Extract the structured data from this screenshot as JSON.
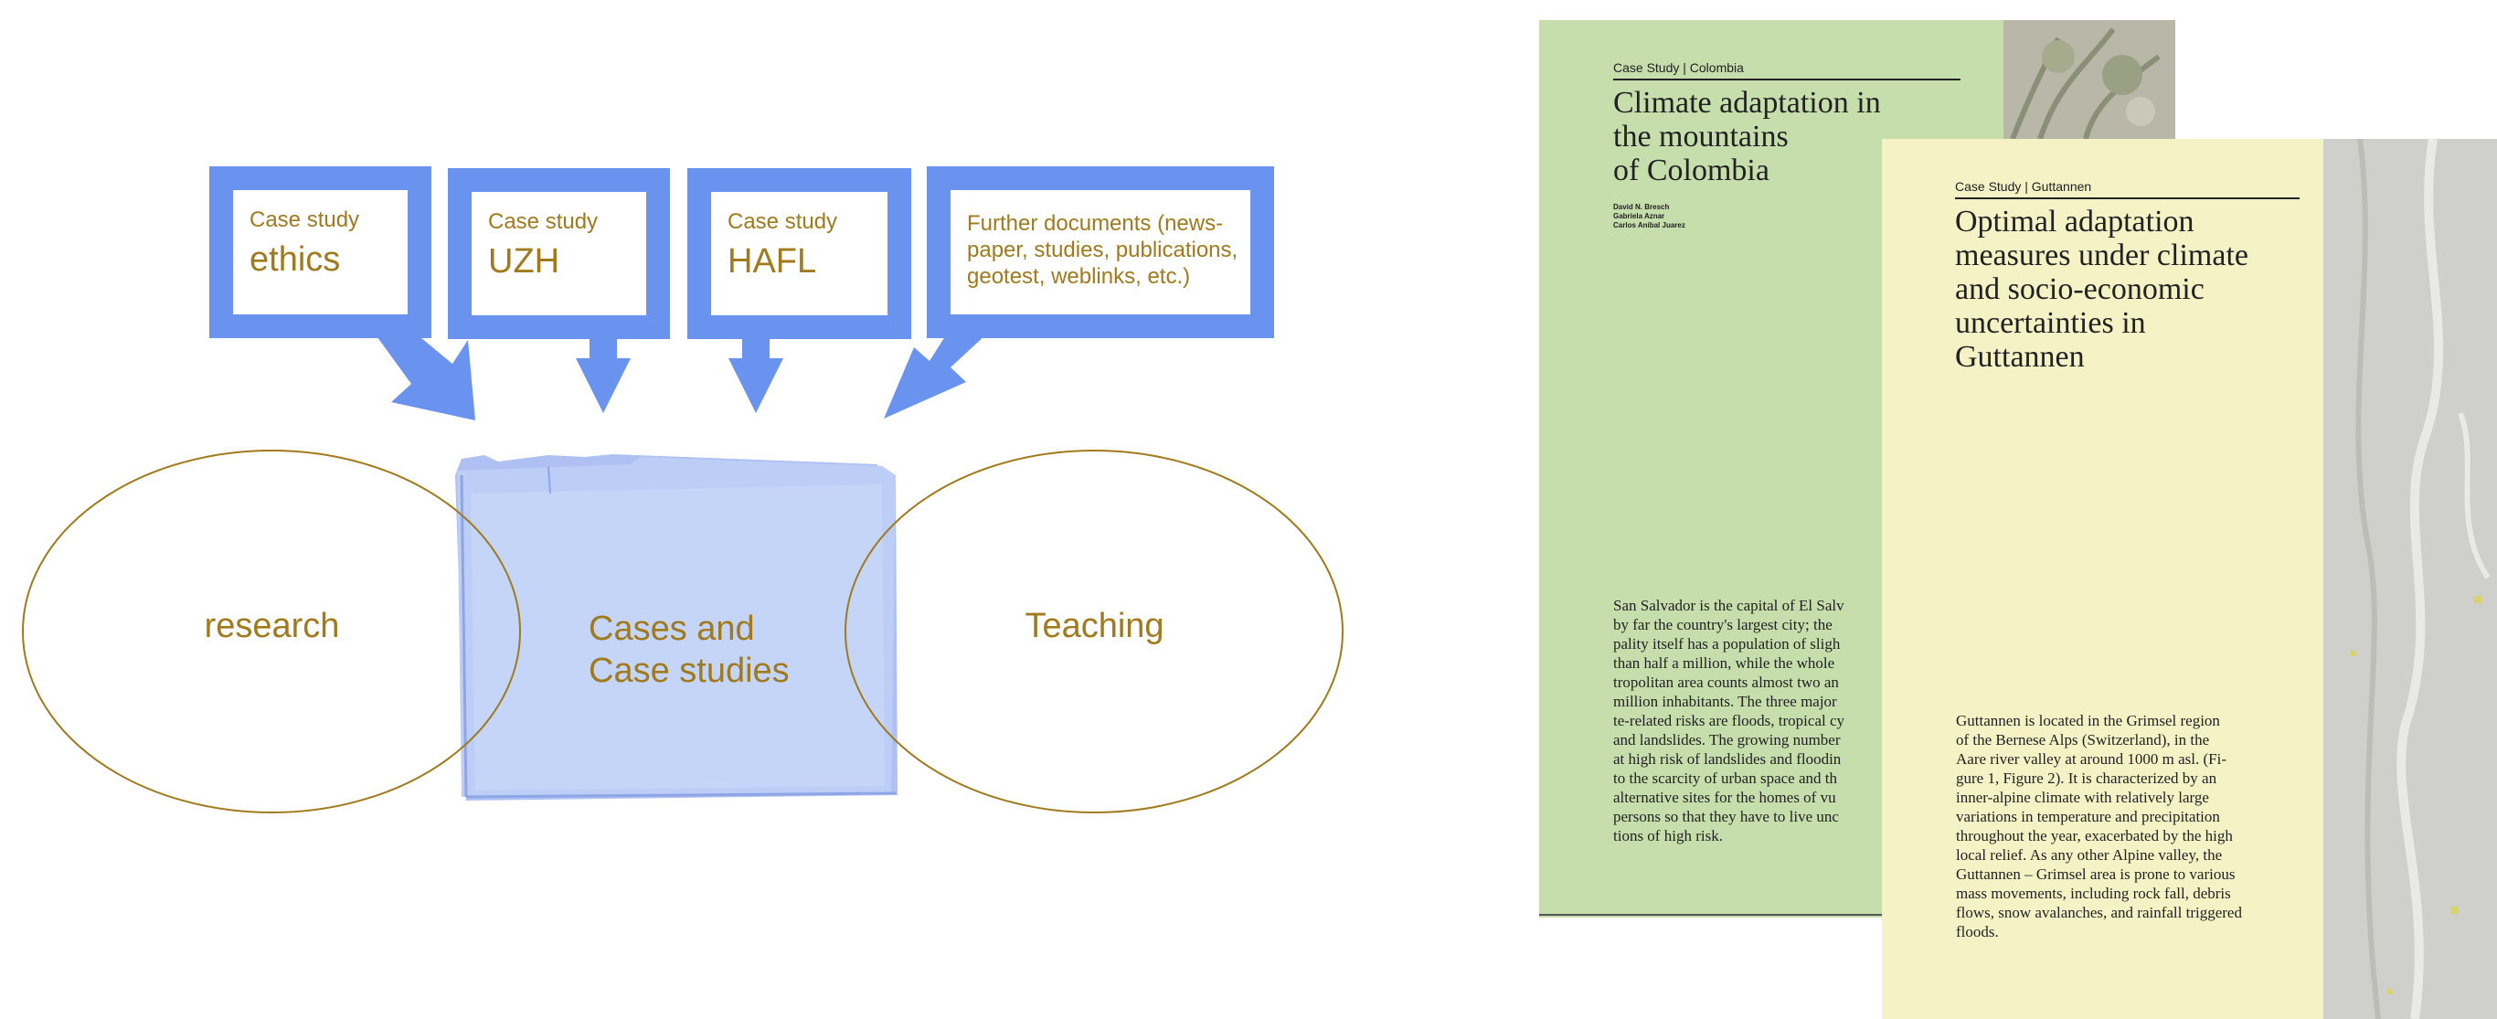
{
  "callouts": [
    {
      "small": "Case study",
      "big": "ethics"
    },
    {
      "small": "Case study",
      "big": "UZH"
    },
    {
      "small": "Case study",
      "big": "HAFL"
    },
    {
      "lines": [
        "Further documents (news-",
        "paper, studies, publications,",
        "geotest, weblinks, etc.)"
      ]
    }
  ],
  "left_ellipse": {
    "label": "research"
  },
  "right_ellipse": {
    "label": "Teaching"
  },
  "folder": {
    "lines": [
      "Cases and",
      "Case studies"
    ]
  },
  "doc1": {
    "kicker": "Case Study | Colombia",
    "title_lines": [
      "Climate adaptation in",
      "the mountains",
      "of Colombia"
    ],
    "authors": [
      "David N. Bresch",
      "Gabriela Aznar",
      "Carlos Aníbal Juarez"
    ],
    "body_lines": [
      "San Salvador is the capital of El Salv",
      "by far the country's largest city; the",
      "pality itself has a population of sligh",
      "than half a million, while the whole",
      "tropolitan area counts almost two an",
      "million inhabitants. The three major",
      "te-related risks are floods, tropical cy",
      "and landslides. The growing number",
      "at high risk of landslides and floodin",
      "to the scarcity of urban space and th",
      "alternative sites for the homes of vu",
      "persons so that they have to live unc",
      "tions of high risk."
    ]
  },
  "doc2": {
    "kicker": "Case Study | Guttannen",
    "title_lines": [
      "Optimal adaptation",
      "measures under climate",
      "and socio-economic",
      "uncertainties in",
      "Guttannen"
    ],
    "body_lines": [
      "Guttannen is located in the Grimsel region",
      "of the Bernese Alps (Switzerland), in the",
      "Aare river valley at around 1000 m asl. (Fi-",
      "gure 1, Figure 2). It is characterized by an",
      "inner-alpine climate with relatively large",
      "variations in temperature and precipitation",
      "throughout the year, exacerbated by the high",
      "local relief. As any other Alpine valley, the",
      "Guttannen – Grimsel area is prone to various",
      "mass movements, including rock fall, debris",
      "flows, snow avalanches, and rainfall triggered",
      "floods."
    ]
  },
  "colors": {
    "callout_blue": "#6a93f0",
    "text_gold": "#a07a1c",
    "ellipse_stroke": "#a07a1c",
    "doc1_bg": "#c6deac",
    "doc2_bg": "#f5f3c6"
  }
}
